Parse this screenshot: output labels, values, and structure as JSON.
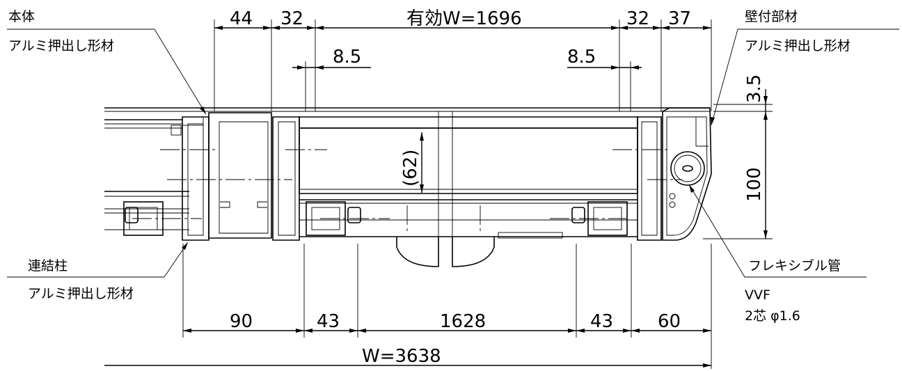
{
  "dimensions": {
    "top_44": "44",
    "top_32_left": "32",
    "top_effective_width": "有効W=1696",
    "top_32_right": "32",
    "top_37": "37",
    "gap_8_5_left": "8.5",
    "gap_8_5_right": "8.5",
    "right_3_5": "3.5",
    "right_100": "100",
    "inner_62": "(62)",
    "bottom_90": "90",
    "bottom_43_left": "43",
    "bottom_1628": "1628",
    "bottom_43_right": "43",
    "bottom_60": "60",
    "overall_width": "W=3638"
  },
  "labels": {
    "body_title": "本体",
    "body_material": "アルミ押出し形材",
    "wall_member_title": "壁付部材",
    "wall_member_material": "アルミ押出し形材",
    "connecting_post_title": "連結柱",
    "connecting_post_material": "アルミ押出し形材",
    "flexible_tube": "フレキシブル管",
    "cable_type": "VVF",
    "cable_spec": "2芯 φ1.6"
  }
}
